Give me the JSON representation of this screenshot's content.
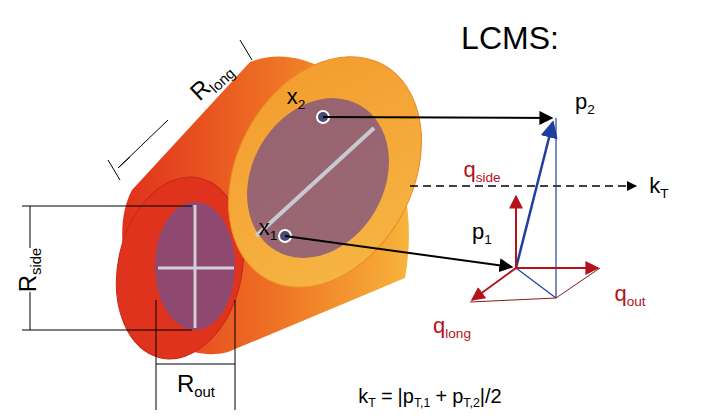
{
  "diagram": {
    "labels": [
      "LCMS:",
      "R",
      "long",
      "x",
      "2",
      "p",
      "2",
      "q",
      "side",
      "k",
      "T",
      "p",
      "1",
      "R",
      "side",
      "x",
      "1",
      "q",
      "out",
      "q",
      "long",
      "R",
      "out",
      "k",
      "T",
      "=",
      "|p",
      "T,1",
      "+",
      "p",
      "T,2",
      "|/2"
    ]
  }
}
